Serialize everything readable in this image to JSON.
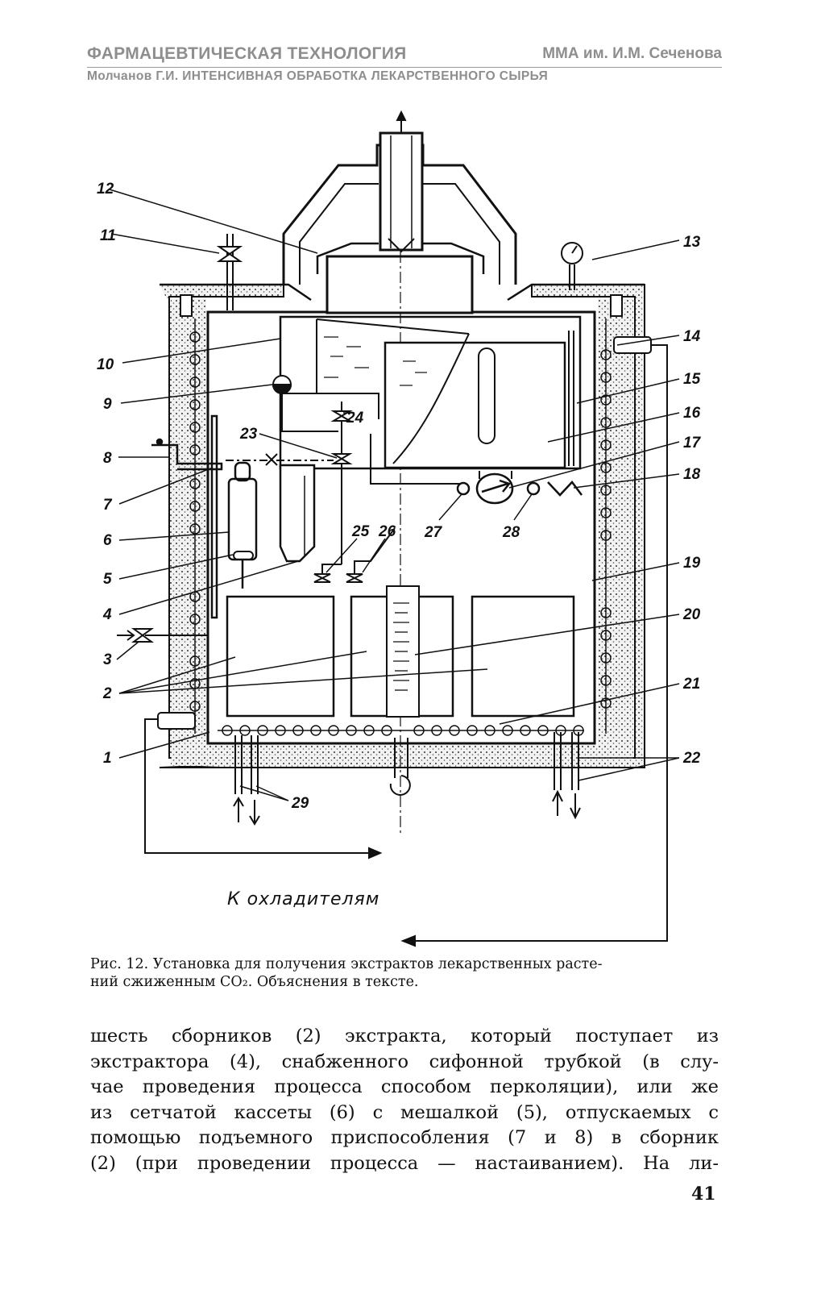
{
  "header": {
    "title": "ФАРМАЦЕВТИЧЕСКАЯ ТЕХНОЛОГИЯ",
    "institution": "ММА им. И.М. Сеченова",
    "subtitle": "Молчанов Г.И. ИНТЕНСИВНАЯ ОБРАБОТКА ЛЕКАРСТВЕННОГО СЫРЬЯ"
  },
  "figure": {
    "callouts": [
      "1",
      "2",
      "3",
      "4",
      "5",
      "6",
      "7",
      "8",
      "9",
      "10",
      "11",
      "12",
      "13",
      "14",
      "15",
      "16",
      "17",
      "18",
      "19",
      "20",
      "21",
      "22",
      "23",
      "24",
      "25",
      "26",
      "27",
      "28",
      "29"
    ],
    "flow_label": "К охладителям"
  },
  "caption": {
    "lines": [
      "Рис. 12. Установка для получения экстрактов лекарственных расте-",
      "ний сжиженным CO₂. Объяснения в тексте."
    ]
  },
  "body_text": {
    "lines": [
      "шесть сборников (2) экстракта, который поступает из",
      "экстрактора (4), снабженного сифонной трубкой (в слу-",
      "чае проведения процесса способом перколяции), или же",
      "из сетчатой кассеты (6) с мешалкой (5), отпускаемых с",
      "помощью подъемного приспособления (7 и 8) в сборник",
      "(2) (при проведении процесса — настаиванием). На ли-"
    ]
  },
  "page_number": "41"
}
